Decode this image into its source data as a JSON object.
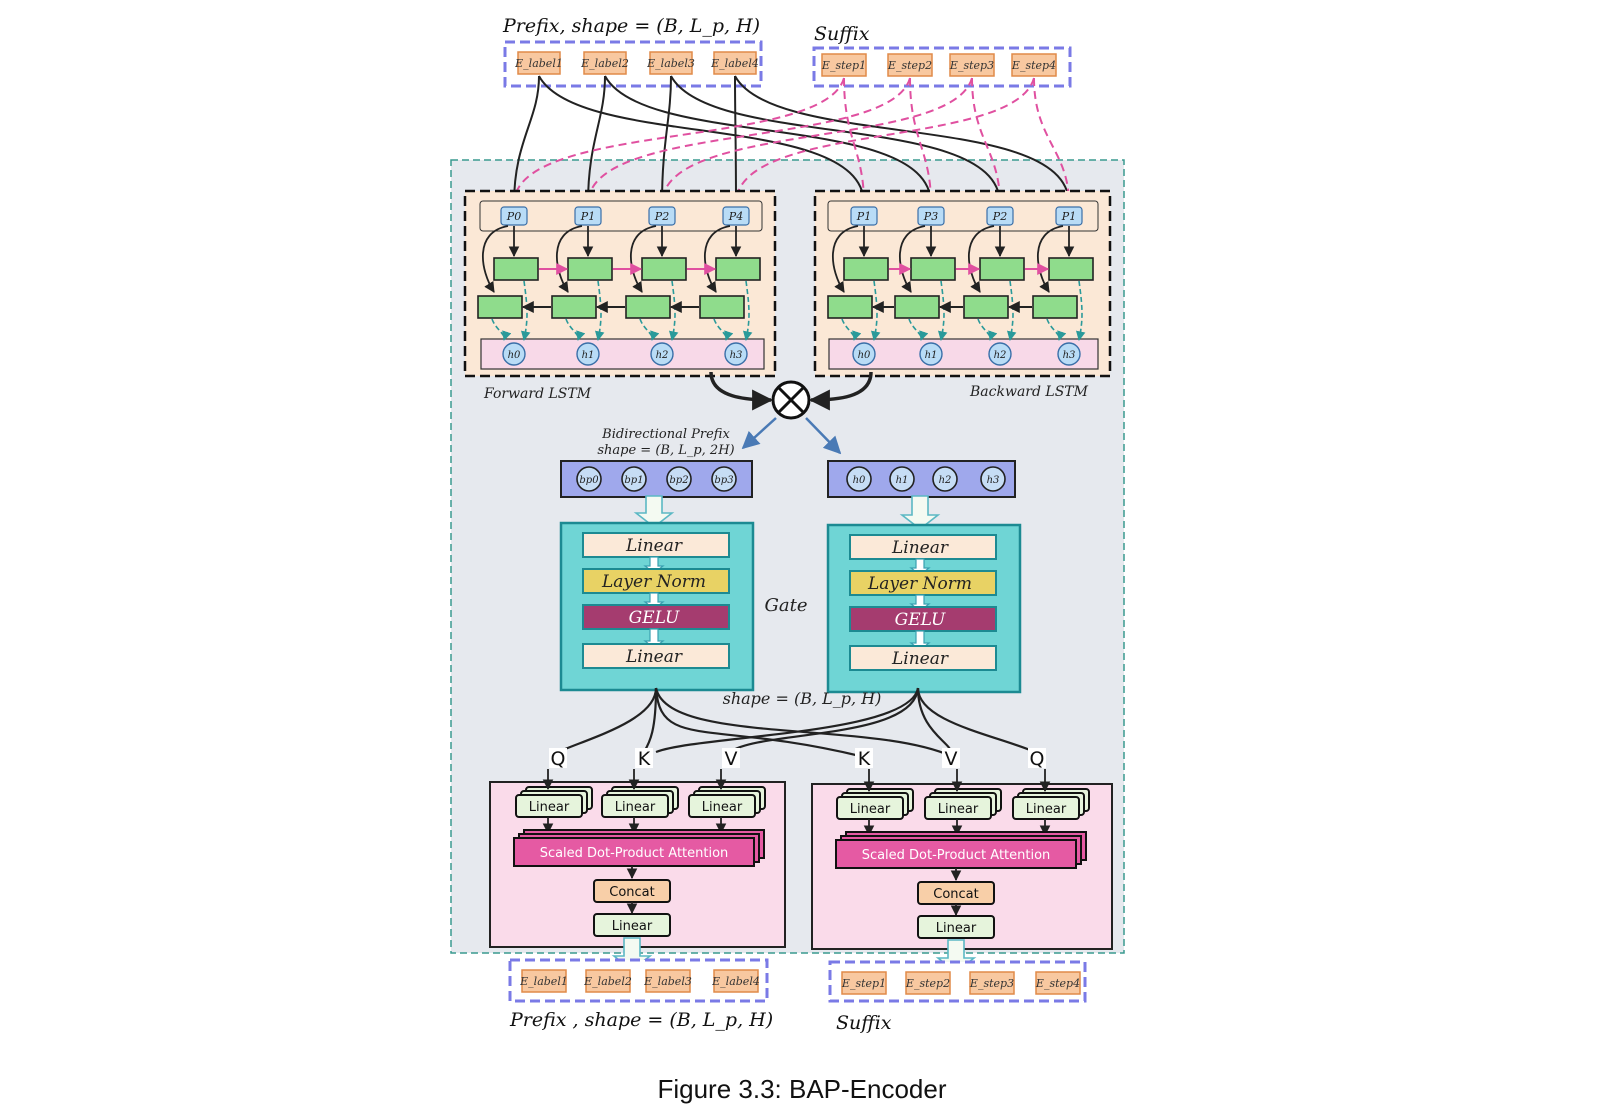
{
  "figure": {
    "caption": "Figure 3.3: BAP-Encoder"
  },
  "inputs": {
    "prefix_title": "Prefix, shape = (B, L_p, H)",
    "suffix_title": "Suffix",
    "prefix_tokens": [
      "E_label1",
      "E_label2",
      "E_label3",
      "E_label4"
    ],
    "suffix_tokens": [
      "E_step1",
      "E_step2",
      "E_step3",
      "E_step4"
    ]
  },
  "lstm": {
    "forward_label": "Forward LSTM",
    "backward_label": "Backward LSTM",
    "forward_prefix": [
      "P0",
      "P1",
      "P2",
      "P4"
    ],
    "backward_prefix": [
      "P1",
      "P3",
      "P2",
      "P1"
    ],
    "forward_hidden": [
      "h0",
      "h1",
      "h2",
      "h3"
    ],
    "backward_hidden": [
      "h0",
      "h1",
      "h2",
      "h3"
    ]
  },
  "merge": {
    "title_line1": "Bidirectional Prefix",
    "title_line2": "shape = (B, L_p, 2H)",
    "bidirectional_tokens": [
      "bp0",
      "bp1",
      "bp2",
      "bp3"
    ],
    "hidden_tokens": [
      "h0",
      "h1",
      "h2",
      "h3"
    ]
  },
  "gate": {
    "label": "Gate",
    "shape_label": "shape = (B, L_p, H)",
    "layers": [
      "Linear",
      "Layer Norm",
      "GELU",
      "Linear"
    ],
    "colors": {
      "linear": "#fbe9d8",
      "norm": "#e8d264",
      "gelu": "#a53c6f",
      "panel": "#6fd5d5"
    }
  },
  "attention": {
    "left_inputs": [
      "Q",
      "K",
      "V"
    ],
    "right_inputs": [
      "K",
      "V",
      "Q"
    ],
    "linear_label": "Linear",
    "sdpa_label": "Scaled Dot-Product Attention",
    "concat_label": "Concat",
    "out_linear_label": "Linear"
  },
  "outputs": {
    "prefix_title": "Prefix , shape = (B, L_p, H)",
    "suffix_title": "Suffix",
    "prefix_tokens": [
      "E_label1",
      "E_label2",
      "E_label3",
      "E_label4"
    ],
    "suffix_tokens": [
      "E_step1",
      "E_step2",
      "E_step3",
      "E_step4"
    ]
  }
}
